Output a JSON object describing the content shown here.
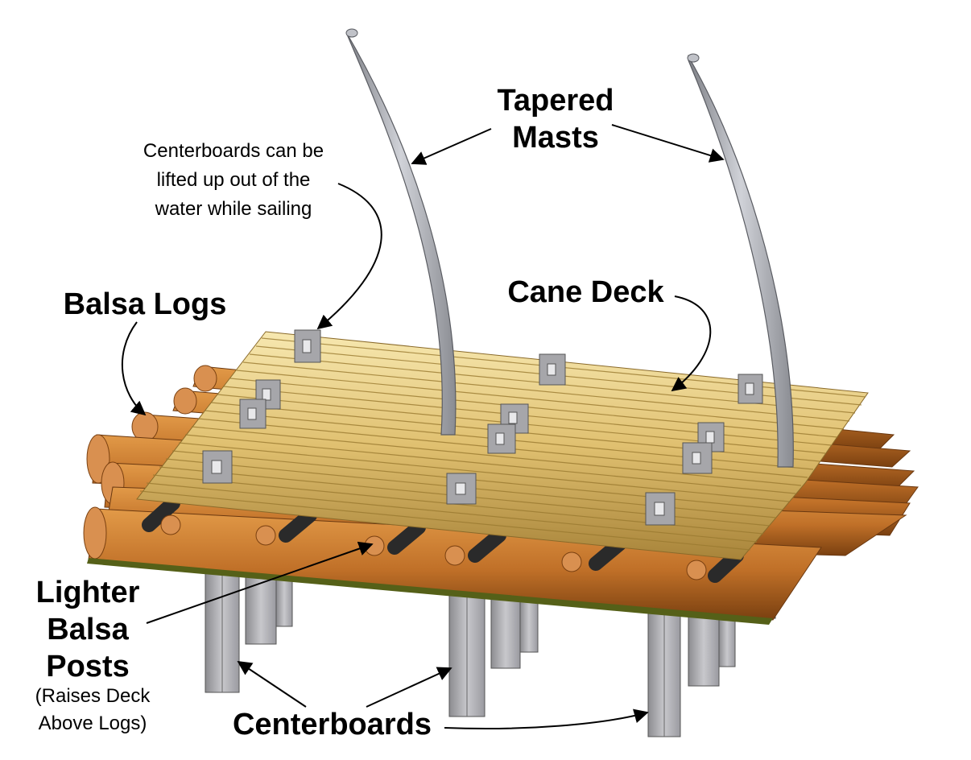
{
  "labels": {
    "tapered_masts": "Tapered\nMasts",
    "centerboards_note": "Centerboards can be\nlifted up out of the\nwater while sailing",
    "balsa_logs": "Balsa Logs",
    "cane_deck": "Cane Deck",
    "lighter_posts": "Lighter\nBalsa\nPosts",
    "raises_deck": "(Raises Deck\nAbove Logs)",
    "centerboards": "Centerboards"
  },
  "colors": {
    "log_light": "#d08a3a",
    "log_dark": "#9a5418",
    "log_green": "#556018",
    "cane_light": "#f4e2a0",
    "cane_dark": "#c8a850",
    "post_dark": "#2a2a2a",
    "board": "#b4b4b8",
    "mast": "#a8aab0"
  }
}
